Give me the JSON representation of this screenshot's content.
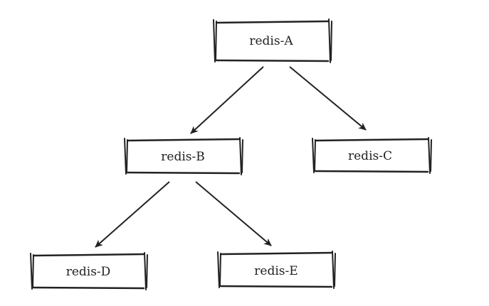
{
  "diagram": {
    "nodes": [
      {
        "id": "A",
        "label": "redis-A"
      },
      {
        "id": "B",
        "label": "redis-B"
      },
      {
        "id": "C",
        "label": "redis-C"
      },
      {
        "id": "D",
        "label": "redis-D"
      },
      {
        "id": "E",
        "label": "redis-E"
      }
    ],
    "edges": [
      {
        "from": "A",
        "to": "B"
      },
      {
        "from": "A",
        "to": "C"
      },
      {
        "from": "B",
        "to": "D"
      },
      {
        "from": "B",
        "to": "E"
      }
    ],
    "colors": {
      "stroke": "#222222",
      "background": "#ffffff"
    }
  }
}
